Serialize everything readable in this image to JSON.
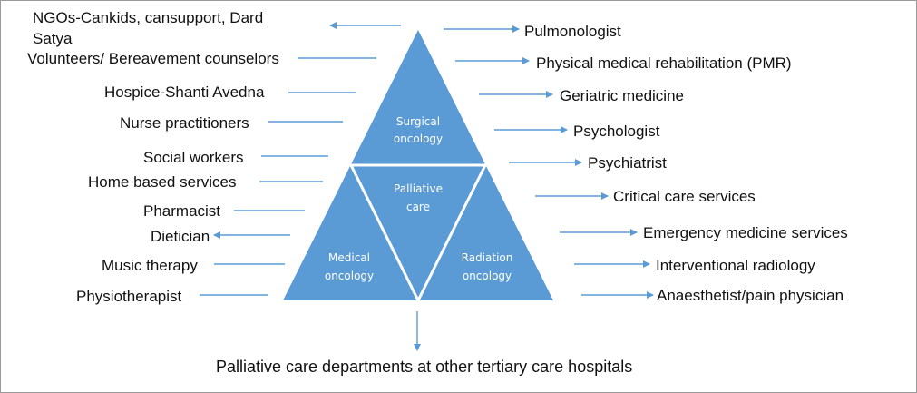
{
  "colors": {
    "triangle_fill": "#5a9bd5",
    "divider": "#ffffff",
    "arrow": "#5b9bd5",
    "text": "#111111"
  },
  "pyramid": {
    "top": [
      "Surgical",
      "oncology"
    ],
    "center": [
      "Palliative",
      "care"
    ],
    "bottom_left": [
      "Medical",
      "oncology"
    ],
    "bottom_right": [
      "Radiation",
      "oncology"
    ]
  },
  "left_services": [
    "NGOs-Cankids, cansupport, Dard Satya",
    "Volunteers/ Bereavement counselors",
    "Hospice-Shanti Avedna",
    "Nurse practitioners",
    "Social workers",
    "Home based services",
    "Pharmacist",
    "Dietician",
    "Music therapy",
    "Physiotherapist"
  ],
  "right_services": [
    "Pulmonologist",
    "Physical medical rehabilitation (PMR)",
    "Geriatric medicine",
    "Psychologist",
    "Psychiatrist",
    "Critical care services",
    "Emergency medicine services",
    "Interventional radiology",
    "Anaesthetist/pain physician"
  ],
  "bottom": "Palliative care departments at other tertiary care hospitals"
}
